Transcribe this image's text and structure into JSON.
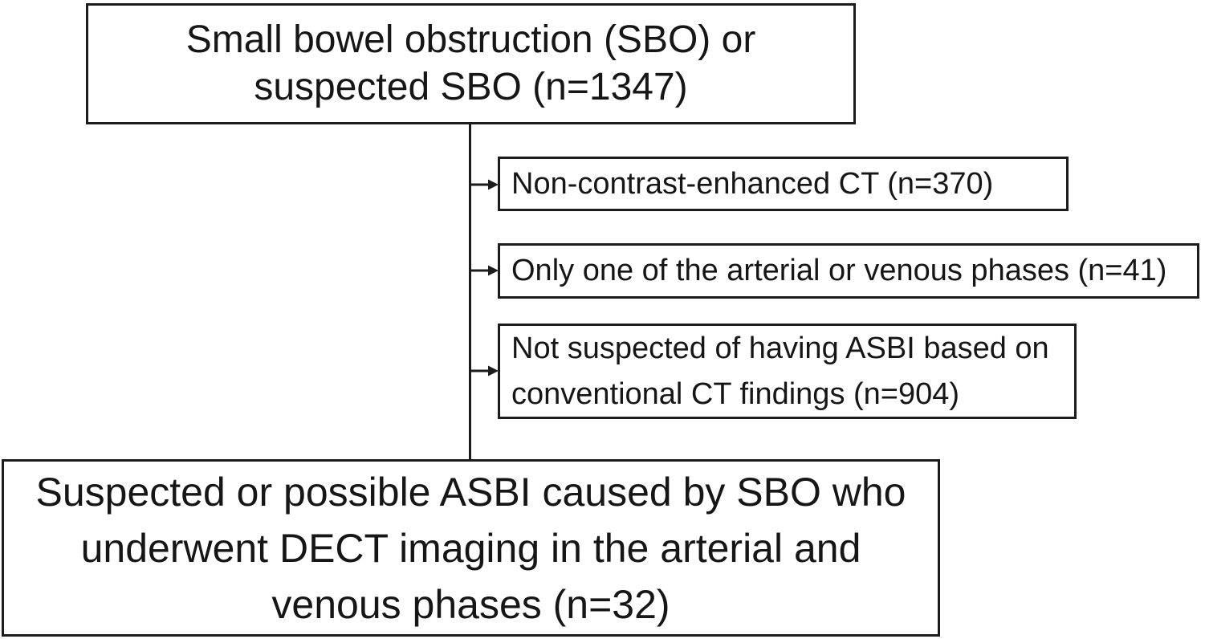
{
  "flowchart": {
    "type": "patient-selection-flow-diagram",
    "colors": {
      "border": "#1c1c1c",
      "background": "#ffffff",
      "text": "#161616",
      "connector": "#1c1c1c"
    },
    "top_box": {
      "text": "Small bowel obstruction (SBO) or\nsuspected SBO (n=1347)",
      "label": "Small bowel obstruction (SBO) or suspected SBO",
      "n": 1347
    },
    "exclusions": [
      {
        "text": "Non-contrast-enhanced CT (n=370)",
        "label": "Non-contrast-enhanced CT",
        "n": 370
      },
      {
        "text": "Only one of the arterial or venous phases (n=41)",
        "label": "Only one of the arterial or venous phases",
        "n": 41
      },
      {
        "text": "Not suspected of having ASBI based on\nconventional CT findings (n=904)",
        "label": "Not suspected of having ASBI based on conventional CT findings",
        "n": 904
      }
    ],
    "bottom_box": {
      "text": "Suspected or possible ASBI caused by SBO who\nunderwent DECT imaging in the arterial and\nvenous phases (n=32)",
      "label": "Suspected or possible ASBI caused by SBO who underwent DECT imaging in the arterial and venous phases",
      "n": 32
    },
    "edges": [
      {
        "from": "top_box",
        "to": "exclusions.0"
      },
      {
        "from": "top_box",
        "to": "exclusions.1"
      },
      {
        "from": "top_box",
        "to": "exclusions.2"
      },
      {
        "from": "top_box",
        "to": "bottom_box"
      }
    ]
  }
}
